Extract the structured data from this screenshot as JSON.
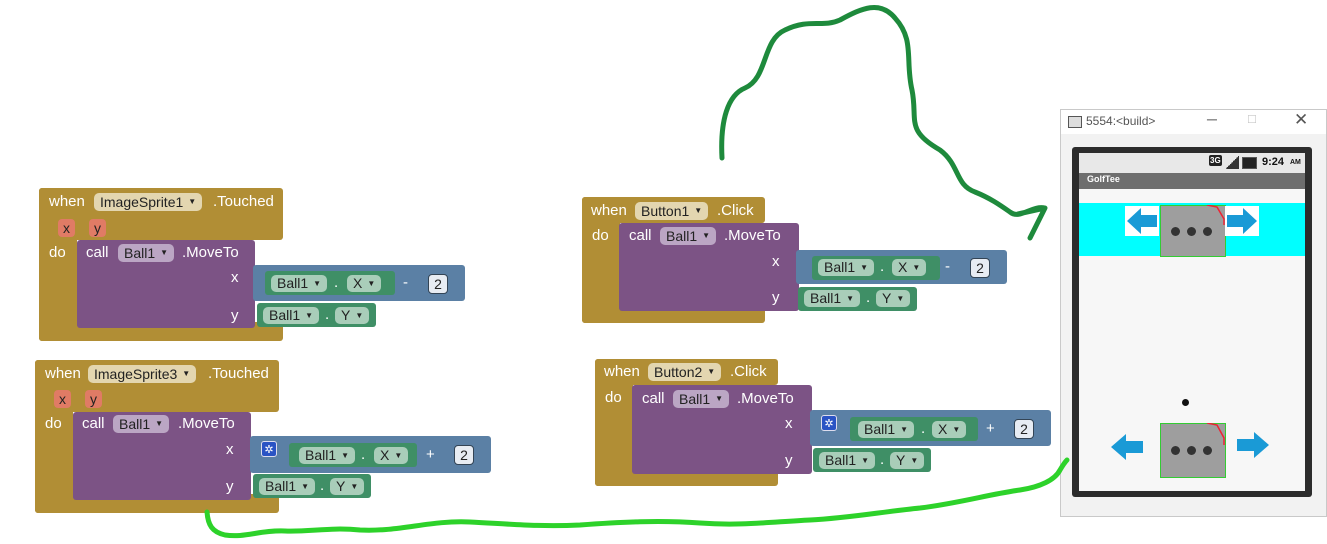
{
  "blocks": {
    "when": "when",
    "do": "do",
    "call": "call",
    "touched": ".Touched",
    "click": ".Click",
    "moveto": ".MoveTo",
    "param_x": "x",
    "param_y": "y",
    "dot": ".",
    "minus": "-",
    "plus": "+",
    "num": "2",
    "sprite1": "ImageSprite1",
    "sprite3": "ImageSprite3",
    "button1": "Button1",
    "button2": "Button2",
    "ball": "Ball1",
    "prop_x": "X",
    "prop_y": "Y"
  },
  "emulator": {
    "title": "5554:<build>",
    "app_title": "GolfTee",
    "time": "9:24",
    "ampm": "AM",
    "network": "3G"
  },
  "colors": {
    "event": "#b18e35",
    "procedure": "#7c5385",
    "math": "#5b80a5",
    "getter": "#3f8f66",
    "cyan_bar": "#00ffff",
    "arrow_blue": "#1a9ad6",
    "annotation_dark_green": "#1e8a3c",
    "annotation_light_green": "#2dd22a"
  }
}
